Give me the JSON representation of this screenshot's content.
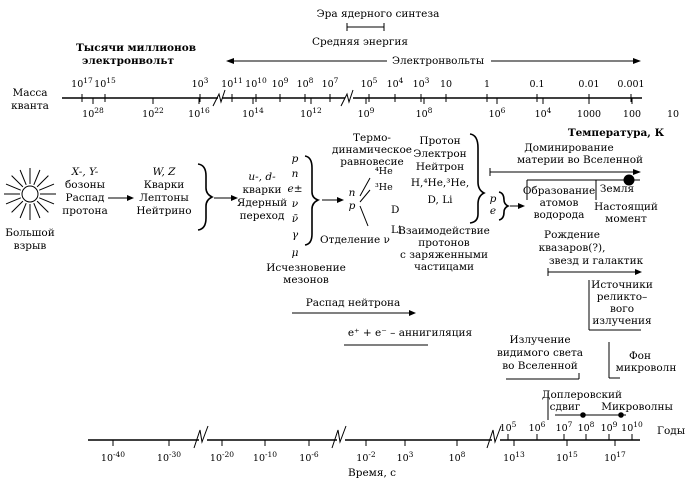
{
  "top": {
    "nucleosynthesis": "Эра ядерного синтеза",
    "mean_energy": "Средняя энергия",
    "thousands_gev": "Тысячи миллионов",
    "electronvolt": "электронвольт",
    "electronvolts": "Электронвольты"
  },
  "mass_scale": {
    "label_line1": "Масса",
    "label_line2": "кванта",
    "ticks": [
      {
        "base": "10",
        "exp": "17"
      },
      {
        "base": "10",
        "exp": "15"
      },
      {
        "base": "10",
        "exp": "3"
      },
      {
        "base": "10",
        "exp": "11"
      },
      {
        "base": "10",
        "exp": "10"
      },
      {
        "base": "10",
        "exp": "9"
      },
      {
        "base": "10",
        "exp": "8"
      },
      {
        "base": "10",
        "exp": "7"
      },
      {
        "base": "10",
        "exp": "5"
      },
      {
        "base": "10",
        "exp": "4"
      },
      {
        "base": "10",
        "exp": "3"
      },
      {
        "base": "10",
        "exp": ""
      },
      {
        "base": "1",
        "exp": ""
      },
      {
        "base": "0.1",
        "exp": ""
      },
      {
        "base": "0.01",
        "exp": ""
      },
      {
        "base": "0.001",
        "exp": ""
      }
    ]
  },
  "temp_scale": {
    "label": "Температура, К",
    "ticks": [
      {
        "base": "10",
        "exp": "28"
      },
      {
        "base": "10",
        "exp": "22"
      },
      {
        "base": "10",
        "exp": "16"
      },
      {
        "base": "10",
        "exp": "14"
      },
      {
        "base": "10",
        "exp": "12"
      },
      {
        "base": "10",
        "exp": "9"
      },
      {
        "base": "10",
        "exp": "8"
      },
      {
        "base": "10",
        "exp": "6"
      },
      {
        "base": "10",
        "exp": "4"
      },
      {
        "base": "1000",
        "exp": ""
      },
      {
        "base": "100",
        "exp": ""
      },
      {
        "base": "10",
        "exp": ""
      }
    ]
  },
  "stages": {
    "big_bang": [
      "Большой",
      "взрыв"
    ],
    "x_y": [
      "X-,  Y-",
      "бозоны",
      "Распад",
      "протона"
    ],
    "w_z": [
      "W, Z",
      "Кварки",
      "Лептоны",
      "Нейтрино"
    ],
    "u_d": [
      "u-, d-",
      "кварки",
      "Ядерный",
      "переход"
    ],
    "particles": [
      "p",
      "n",
      "e±",
      "ν",
      "ν̄",
      "γ",
      "μ"
    ],
    "thermo": [
      "Термо-",
      "динамическое",
      "равновесие"
    ],
    "nuclei": [
      "n",
      "p",
      "⁴He",
      "³He",
      "D",
      "Li"
    ],
    "decoupling": "Отделение ν",
    "meson": [
      "Исчезновение",
      "мезонов"
    ],
    "pen": [
      "Протон",
      "Электрон",
      "Нейтрон",
      "H,⁴He,³He,",
      "D, Li"
    ],
    "interaction": [
      "Взаимодействие",
      "протонов",
      "с заряженными",
      "частицами"
    ],
    "pe": [
      "p",
      "e"
    ],
    "matter_dom": [
      "Доминирование",
      "материи во Вселенной"
    ],
    "atoms": [
      "Образование",
      "атомов",
      "водорода"
    ],
    "earth": "Земля",
    "present": [
      "Настоящий",
      "момент"
    ]
  },
  "events": {
    "neutron_decay": "Распад нейтрона",
    "annihilation": "e⁺ + e⁻ – аннигиляция",
    "quasars": [
      "Рождение",
      "квазаров(?),",
      "звезд и галактик"
    ],
    "radio": [
      "Источники",
      "реликто–",
      "вого",
      "излучения"
    ],
    "visible": [
      "Излучение",
      "видимого света",
      "во Вселенной"
    ],
    "microwave_bg": [
      "Фон",
      "микроволн"
    ],
    "doppler": [
      "Доплеровский",
      "сдвиг"
    ],
    "microwaves": "Микроволны",
    "years": "Годы"
  },
  "time_scale": {
    "label": "Время, с",
    "lower_ticks": [
      {
        "base": "10",
        "exp": "-40"
      },
      {
        "base": "10",
        "exp": "-30"
      },
      {
        "base": "10",
        "exp": "-20"
      },
      {
        "base": "10",
        "exp": "-10"
      },
      {
        "base": "10",
        "exp": "-6"
      },
      {
        "base": "10",
        "exp": "-2"
      },
      {
        "base": "10",
        "exp": "3"
      },
      {
        "base": "10",
        "exp": "8"
      },
      {
        "base": "10",
        "exp": "13"
      },
      {
        "base": "10",
        "exp": "15"
      },
      {
        "base": "10",
        "exp": "17"
      }
    ],
    "upper_ticks": [
      {
        "base": "10",
        "exp": "5"
      },
      {
        "base": "10",
        "exp": "6"
      },
      {
        "base": "10",
        "exp": "7"
      },
      {
        "base": "10",
        "exp": "8"
      },
      {
        "base": "10",
        "exp": "9"
      },
      {
        "base": "10",
        "exp": "10"
      }
    ]
  }
}
